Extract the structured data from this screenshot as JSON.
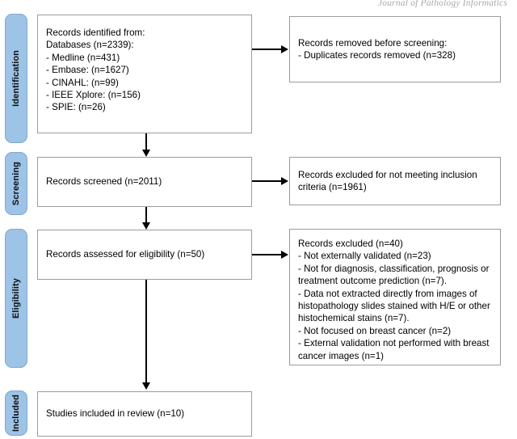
{
  "header": {
    "journal_watermark": "Journal of Pathology Informatics"
  },
  "diagram": {
    "type": "prisma-flow-diagram",
    "stages": [
      {
        "id": "identification",
        "label": "Identification"
      },
      {
        "id": "screening",
        "label": "Screening"
      },
      {
        "id": "eligibility",
        "label": "Eligibility"
      },
      {
        "id": "included",
        "label": "Included"
      }
    ],
    "boxes": {
      "records_identified": {
        "name": "records-identified-box",
        "text": "Records identified from:\n  Databases (n=2339):\n      - Medline (n=431)\n      - Embase: (n=1627)\n      - CINAHL: (n=99)\n      - IEEE Xplore: (n=156)\n      - SPIE: (n=26)"
      },
      "records_removed": {
        "name": "records-removed-box",
        "text": "Records removed before screening:\n  - Duplicates records removed (n=328)"
      },
      "records_screened": {
        "name": "records-screened-box",
        "text": "Records screened (n=2011)"
      },
      "records_excluded_screening": {
        "name": "records-excluded-screening-box",
        "text": "Records excluded for not meeting inclusion\ncriteria (n=1961)"
      },
      "records_assessed": {
        "name": "records-assessed-box",
        "text": "Records assessed for eligibility (n=50)"
      },
      "records_excluded_eligibility": {
        "name": "records-excluded-eligibility-box",
        "text": "Records excluded (n=40)\n - Not externally validated (n=23)\n - Not for diagnosis, classification, prognosis or\ntreatment outcome prediction (n=7).\n - Data not extracted directly from images of\nhistopathology slides stained with H/E or other\nhistochemical stains (n=7).\n - Not focused on breast cancer (n=2)\n - External validation not performed with breast\ncancer images (n=1)"
      },
      "studies_included": {
        "name": "studies-included-box",
        "text": "Studies included in review (n=10)"
      }
    },
    "counts": {
      "databases_total": 2339,
      "medline": 431,
      "embase": 1627,
      "cinahl": 99,
      "ieee_xplore": 156,
      "spie": 26,
      "duplicates_removed": 328,
      "records_screened": 2011,
      "excluded_inclusion_criteria": 1961,
      "assessed_for_eligibility": 50,
      "excluded_eligibility_total": 40,
      "not_externally_validated": 23,
      "not_for_diagnosis_etc": 7,
      "data_not_from_images": 7,
      "not_breast_cancer": 2,
      "external_validation_not_breast": 1,
      "studies_included": 10
    },
    "colors": {
      "stage_tab_fill": "#9DC3E6",
      "stage_tab_border": "#7FA9CC",
      "box_border": "#9C9C9C",
      "connector": "#000000",
      "background": "#FFFFFF"
    }
  }
}
